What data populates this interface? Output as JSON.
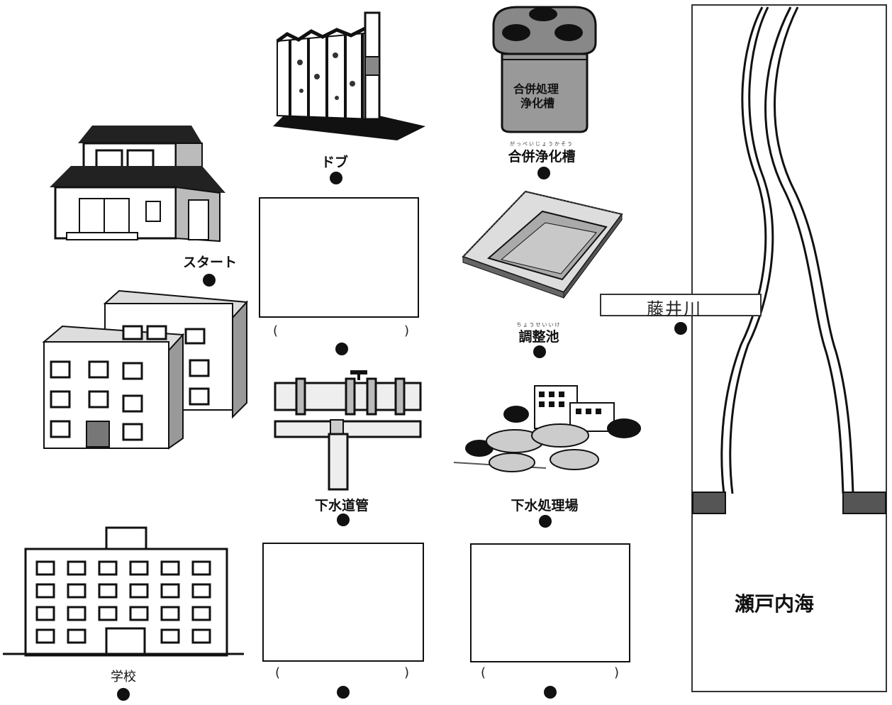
{
  "labels": {
    "start": "スタート",
    "dobu": "ドブ",
    "gappei": "合併浄化槽",
    "gappei_ruby": "がっぺいじょうかそう",
    "chouseichi": "調整池",
    "chouseichi_ruby": "ちょうせいいけ",
    "gesuidoukan": "下水道管",
    "gesuishori": "下水処理場",
    "school": "学校",
    "river": "藤井川",
    "sea": "瀬戸内海",
    "tank_text_1": "合併処理",
    "tank_text_2": "浄化槽"
  },
  "blanks": {
    "open": "(",
    "close": ")"
  },
  "icons": [
    "house-icon",
    "apartment-icon",
    "school-icon",
    "ditch-icon",
    "septic-tank-icon",
    "retention-pond-icon",
    "sewer-pipe-icon",
    "treatment-plant-icon",
    "river-icon"
  ]
}
